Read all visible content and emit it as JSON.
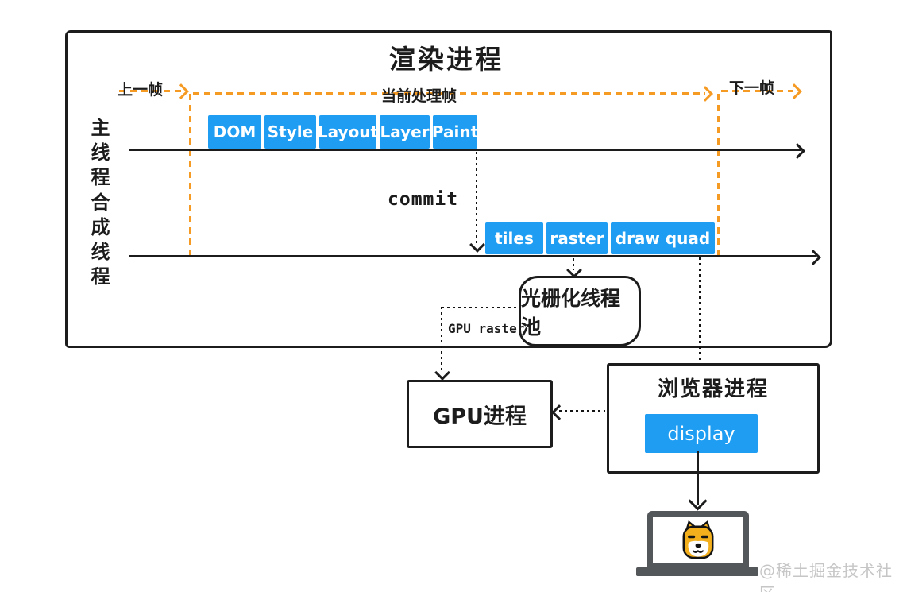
{
  "colors": {
    "accent_blue": "#1E9DF2",
    "frame_orange": "#F59A23",
    "ink": "#1c1c1c",
    "laptop_gray": "#54575A",
    "watermark_gray": "#C6C6C6",
    "shiba_orange": "#F3B01C"
  },
  "render_process": {
    "title": "渲染进程",
    "frame_markers": {
      "previous": "上一帧",
      "current": "当前处理帧",
      "next": "下一帧"
    },
    "main_thread": {
      "label": "主线程",
      "stages": [
        "DOM",
        "Style",
        "Layout",
        "Layer",
        "Paint"
      ]
    },
    "compositor_thread": {
      "label": "合成线程",
      "stages": [
        "tiles",
        "raster",
        "draw quad"
      ]
    },
    "commit_label": "commit",
    "raster_pool_label": "光栅化线程池",
    "gpu_raster_label": "GPU raster"
  },
  "gpu_process": {
    "title": "GPU进程"
  },
  "browser_process": {
    "title": "浏览器进程",
    "display_button": "display"
  },
  "watermark": "@稀土掘金技术社区"
}
